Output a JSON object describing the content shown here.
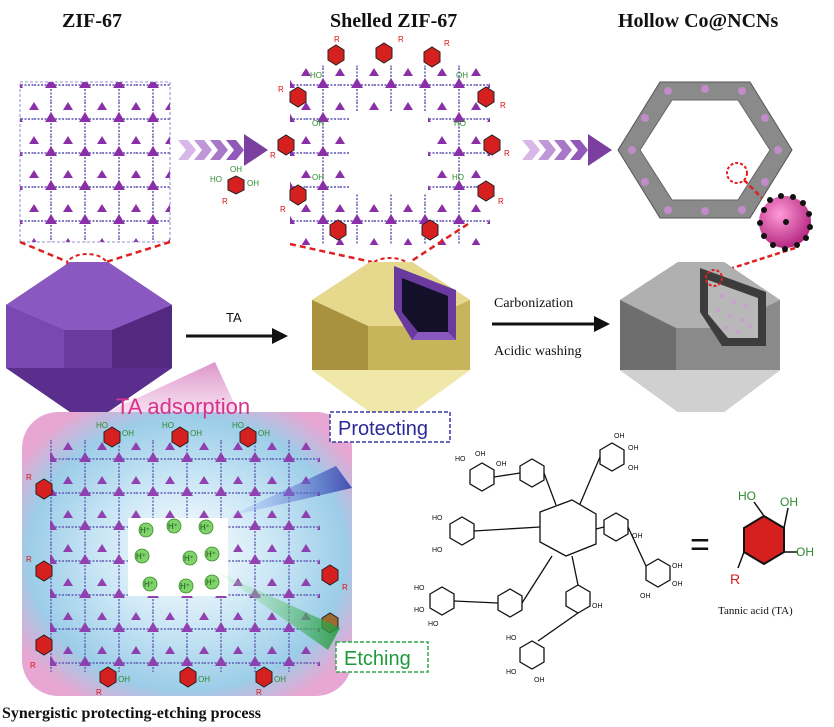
{
  "titles": {
    "zif67": "ZIF-67",
    "shelled": "Shelled ZIF-67",
    "hollow": "Hollow Co@NCNs"
  },
  "arrows": {
    "ta": "TA",
    "carbonization": "Carbonization",
    "acidic_washing": "Acidic washing"
  },
  "inset": {
    "ta_adsorption": "TA adsorption",
    "protecting": "Protecting",
    "etching": "Etching",
    "h_plus": "H⁺"
  },
  "equation": {
    "equals": "=",
    "tannic_acid": "Tannic acid (TA)",
    "oh": "OH",
    "ho": "HO",
    "r": "R"
  },
  "footer": {
    "process": "Synergistic protecting-etching process"
  },
  "colors": {
    "zif_purple": "#6a3a9e",
    "shell_gold": "#c8b45a",
    "hollow_gray": "#8a8a8a",
    "protect_blue": "#3a3aa8",
    "etch_green": "#2ea84a",
    "ring_red": "#d62020",
    "inset_pink": "#d6338c"
  }
}
